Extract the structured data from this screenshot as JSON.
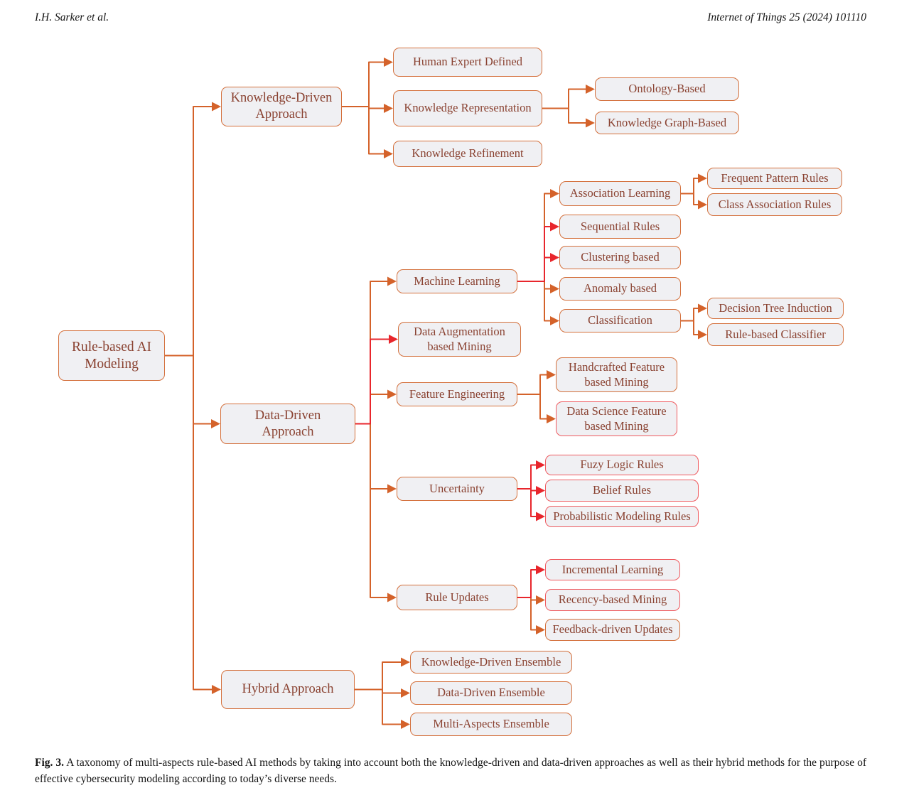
{
  "header": {
    "left": "I.H. Sarker  et  al.",
    "right": "Internet of Things 25 (2024) 101110"
  },
  "caption": {
    "label": "Fig. 3.",
    "text": "A taxonomy of multi-aspects rule-based AI methods by taking into account both the knowledge-driven and data-driven approaches as well as their hybrid methods for the purpose of effective cybersecurity modeling according to today’s diverse needs."
  },
  "colors": {
    "line_orange": "#d4622a",
    "line_red": "#e8262c",
    "border_orange": "#d4703c",
    "border_red": "#ef5b60",
    "box_bg": "#f0f0f3",
    "box_text": "#8a4231"
  },
  "diagram": {
    "nodes": [
      {
        "id": "root",
        "label": "Rule-based AI\nModeling",
        "border": "orange"
      },
      {
        "id": "kd",
        "label": "Knowledge-Driven\nApproach",
        "border": "orange"
      },
      {
        "id": "hed",
        "label": "Human Expert Defined",
        "border": "orange"
      },
      {
        "id": "krep",
        "label": "Knowledge Representation",
        "border": "orange"
      },
      {
        "id": "ont",
        "label": "Ontology-Based",
        "border": "orange"
      },
      {
        "id": "kgb",
        "label": "Knowledge Graph-Based",
        "border": "orange"
      },
      {
        "id": "kref",
        "label": "Knowledge Refinement",
        "border": "orange"
      },
      {
        "id": "dd",
        "label": "Data-Driven\nApproach",
        "border": "orange"
      },
      {
        "id": "ml",
        "label": "Machine Learning",
        "border": "orange"
      },
      {
        "id": "al",
        "label": "Association Learning",
        "border": "orange"
      },
      {
        "id": "fpr",
        "label": "Frequent Pattern Rules",
        "border": "orange"
      },
      {
        "id": "car",
        "label": "Class Association Rules",
        "border": "orange"
      },
      {
        "id": "sr",
        "label": "Sequential  Rules",
        "border": "orange"
      },
      {
        "id": "cb",
        "label": "Clustering based",
        "border": "orange"
      },
      {
        "id": "ab",
        "label": "Anomaly based",
        "border": "orange"
      },
      {
        "id": "cls",
        "label": "Classification",
        "border": "orange"
      },
      {
        "id": "dti",
        "label": "Decision Tree Induction",
        "border": "orange"
      },
      {
        "id": "rbc",
        "label": "Rule-based Classifier",
        "border": "orange"
      },
      {
        "id": "dam",
        "label": "Data Augmentation\nbased Mining",
        "border": "orange"
      },
      {
        "id": "fe",
        "label": "Feature Engineering",
        "border": "orange"
      },
      {
        "id": "hf",
        "label": "Handcrafted Feature\nbased Mining",
        "border": "orange"
      },
      {
        "id": "dsf",
        "label": "Data Science Feature\nbased Mining",
        "border": "red"
      },
      {
        "id": "unc",
        "label": "Uncertainty",
        "border": "orange"
      },
      {
        "id": "flr",
        "label": "Fuzy Logic Rules",
        "border": "red"
      },
      {
        "id": "br",
        "label": "Belief Rules",
        "border": "red"
      },
      {
        "id": "pmr",
        "label": "Probabilistic Modeling Rules",
        "border": "red"
      },
      {
        "id": "ru",
        "label": "Rule Updates",
        "border": "orange"
      },
      {
        "id": "il",
        "label": "Incremental Learning",
        "border": "red"
      },
      {
        "id": "rbm",
        "label": "Recency-based Mining",
        "border": "red"
      },
      {
        "id": "fdu",
        "label": "Feedback-driven Updates",
        "border": "orange"
      },
      {
        "id": "hybrid",
        "label": "Hybrid Approach",
        "border": "orange"
      },
      {
        "id": "kde",
        "label": "Knowledge-Driven Ensemble",
        "border": "orange"
      },
      {
        "id": "dde",
        "label": "Data-Driven Ensemble",
        "border": "orange"
      },
      {
        "id": "mae",
        "label": "Multi-Aspects Ensemble",
        "border": "orange"
      }
    ],
    "edges": [
      {
        "from": "root",
        "to": "kd",
        "color": "orange"
      },
      {
        "from": "root",
        "to": "dd",
        "color": "orange"
      },
      {
        "from": "root",
        "to": "hybrid",
        "color": "orange"
      },
      {
        "from": "kd",
        "to": "hed",
        "color": "orange"
      },
      {
        "from": "kd",
        "to": "krep",
        "color": "orange"
      },
      {
        "from": "kd",
        "to": "kref",
        "color": "orange"
      },
      {
        "from": "krep",
        "to": "ont",
        "color": "orange"
      },
      {
        "from": "krep",
        "to": "kgb",
        "color": "orange"
      },
      {
        "from": "dd",
        "to": "ml",
        "color": "orange"
      },
      {
        "from": "dd",
        "to": "fe",
        "color": "orange"
      },
      {
        "from": "dd",
        "to": "unc",
        "color": "orange"
      },
      {
        "from": "dd",
        "to": "ru",
        "color": "orange"
      },
      {
        "from": "ml",
        "to": "al",
        "color": "orange"
      },
      {
        "from": "ml",
        "to": "ab",
        "color": "orange"
      },
      {
        "from": "ml",
        "to": "cls",
        "color": "orange"
      },
      {
        "from": "al",
        "to": "fpr",
        "color": "orange"
      },
      {
        "from": "al",
        "to": "car",
        "color": "orange"
      },
      {
        "from": "cls",
        "to": "dti",
        "color": "orange"
      },
      {
        "from": "cls",
        "to": "rbc",
        "color": "orange"
      },
      {
        "from": "fe",
        "to": "hf",
        "color": "orange"
      },
      {
        "from": "fe",
        "to": "dsf",
        "color": "orange"
      },
      {
        "from": "ru",
        "to": "rbm",
        "color": "orange"
      },
      {
        "from": "ru",
        "to": "fdu",
        "color": "orange"
      },
      {
        "from": "hybrid",
        "to": "kde",
        "color": "orange"
      },
      {
        "from": "hybrid",
        "to": "dde",
        "color": "orange"
      },
      {
        "from": "hybrid",
        "to": "mae",
        "color": "orange"
      },
      {
        "from": "dd",
        "to": "dam",
        "color": "red"
      },
      {
        "from": "ml",
        "to": "sr",
        "color": "red"
      },
      {
        "from": "ml",
        "to": "cb",
        "color": "red"
      },
      {
        "from": "unc",
        "to": "flr",
        "color": "red"
      },
      {
        "from": "unc",
        "to": "br",
        "color": "red"
      },
      {
        "from": "unc",
        "to": "pmr",
        "color": "red"
      },
      {
        "from": "ru",
        "to": "il",
        "color": "red"
      }
    ]
  }
}
